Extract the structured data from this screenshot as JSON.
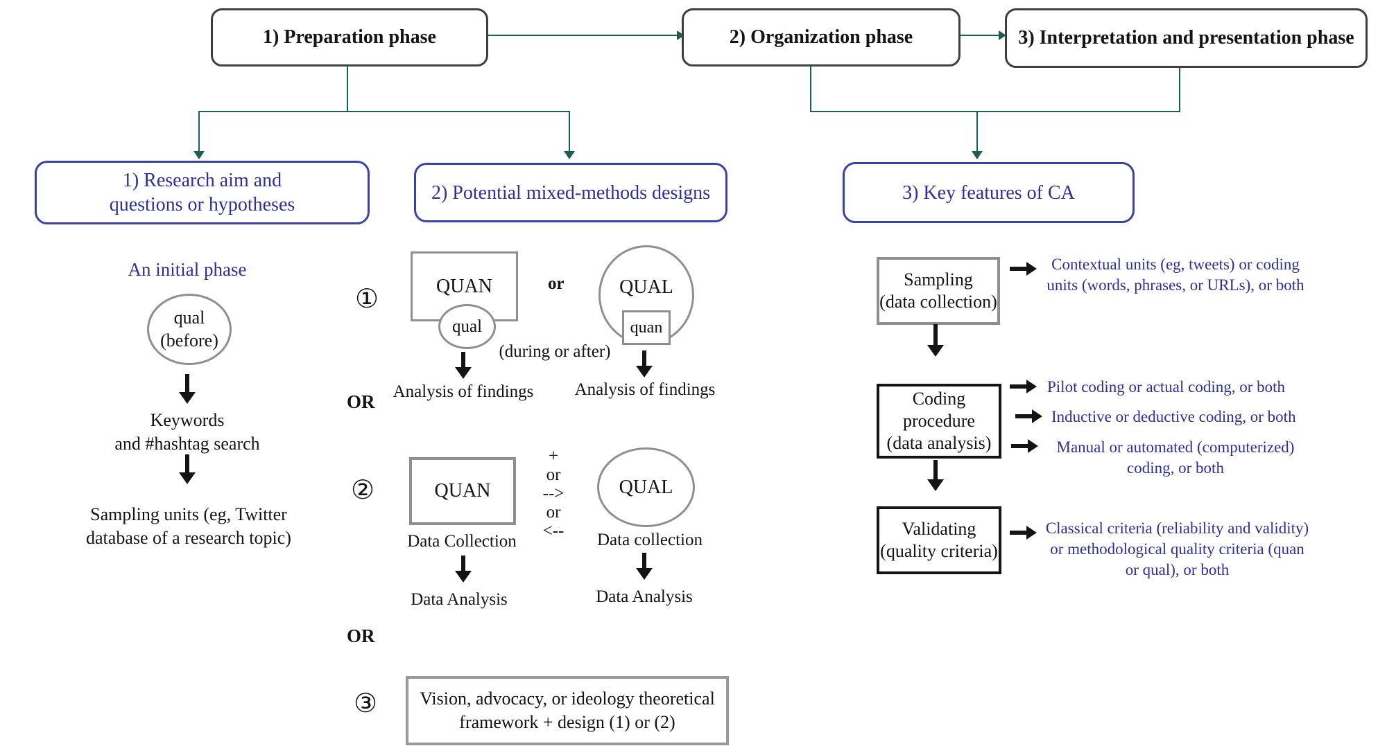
{
  "top_phases": {
    "p1": "1) Preparation phase",
    "p2": "2) Organization phase",
    "p3": "3) Interpretation and presentation phase"
  },
  "headers": {
    "research_aim_l1": "1) Research aim and",
    "research_aim_l2": "questions or hypotheses",
    "mixed_methods": "2) Potential mixed-methods designs",
    "key_features": "3) Key features of CA"
  },
  "left": {
    "initial_phase": "An initial phase",
    "qual_oval_l1": "qual",
    "qual_oval_l2": "(before)",
    "keywords_l1": "Keywords",
    "keywords_l2": "and #hashtag search",
    "sampling_units_l1": "Sampling units (eg, Twitter",
    "sampling_units_l2": "database of a research topic)"
  },
  "middle": {
    "design1": {
      "number": "①",
      "quan": "QUAN",
      "qual_embedded": "qual",
      "or_label": "or",
      "qual": "QUAL",
      "quan_embedded": "quan",
      "timing": "(during or after)",
      "analysis_left": "Analysis of findings",
      "analysis_right": "Analysis of findings"
    },
    "or_divider_1": "OR",
    "design2": {
      "number": "②",
      "quan": "QUAN",
      "conn_l1": "+",
      "conn_l2": "or",
      "conn_l3": "-->",
      "conn_l4": "or",
      "conn_l5": "<--",
      "qual": "QUAL",
      "collection_left": "Data Collection",
      "collection_right": "Data collection",
      "analysis_left": "Data Analysis",
      "analysis_right": "Data Analysis"
    },
    "or_divider_2": "OR",
    "design3": {
      "number": "③",
      "l1": "Vision, advocacy, or ideology theoretical",
      "l2": "framework + design (1) or (2)"
    }
  },
  "right": {
    "sampling_box_l1": "Sampling",
    "sampling_box_l2": "(data collection)",
    "sampling_note_l1": "Contextual units (eg, tweets) or coding",
    "sampling_note_l2": "units (words, phrases, or URLs), or both",
    "coding_box_l1": "Coding",
    "coding_box_l2": "procedure",
    "coding_box_l3": "(data analysis)",
    "coding_note1": "Pilot coding or actual coding, or both",
    "coding_note2": "Inductive or deductive coding, or both",
    "coding_note3_l1": "Manual or automated (computerized)",
    "coding_note3_l2": "coding, or both",
    "validating_box_l1": "Validating",
    "validating_box_l2": "(quality criteria)",
    "validating_note_l1": "Classical criteria (reliability and validity)",
    "validating_note_l2": "or methodological quality criteria (quan",
    "validating_note_l3": "or qual), or both"
  },
  "colors": {
    "accent_blue": "#2e3192",
    "blue_box_border": "#3b41a5",
    "connector_green": "#1c5e4f",
    "dark_box_border": "#3e3e3e",
    "gray_box_border": "#8f8f8f",
    "black": "#141414"
  }
}
